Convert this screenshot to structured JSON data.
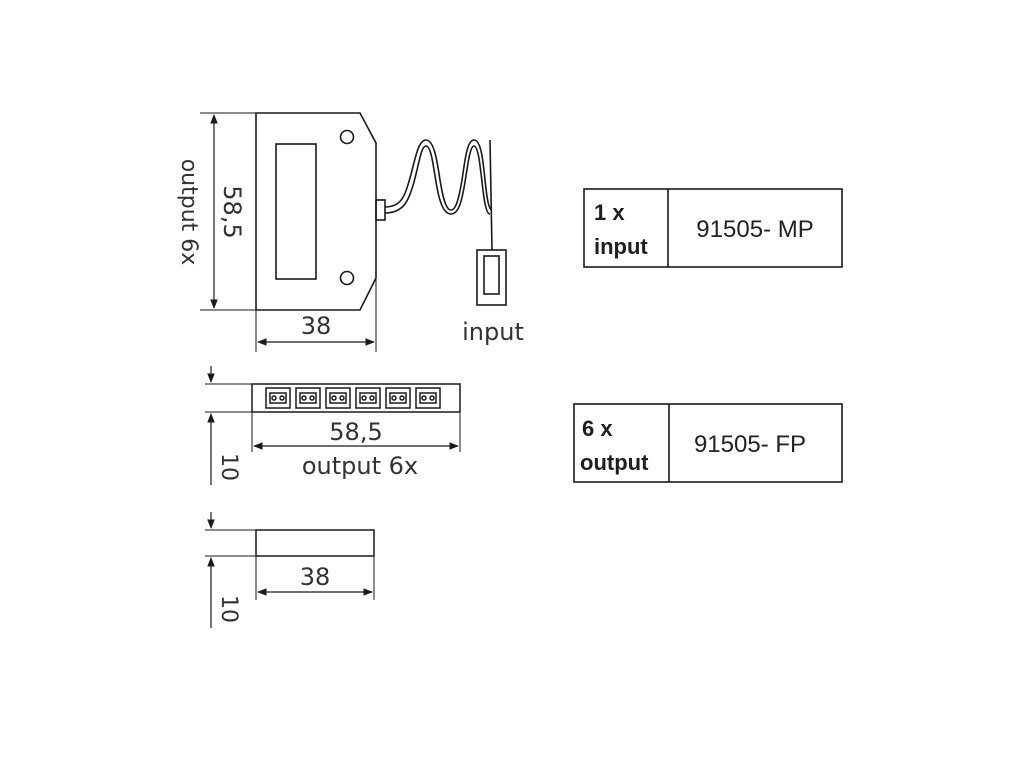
{
  "top_view": {
    "height_label": "58,5",
    "side_label": "output  6x",
    "width_label": "38",
    "cable_label": "input"
  },
  "side_view": {
    "length_label": "58,5",
    "name_label": "output  6x",
    "height_label": "10"
  },
  "bottom_view": {
    "width_label": "38",
    "height_label": "10"
  },
  "products": [
    {
      "qty": "1 x",
      "role": "input",
      "code": "91505- MP"
    },
    {
      "qty": "6 x",
      "role": "output",
      "code": "91505- FP"
    }
  ],
  "colors": {
    "line": "#1a1a1a",
    "text": "#333333"
  }
}
